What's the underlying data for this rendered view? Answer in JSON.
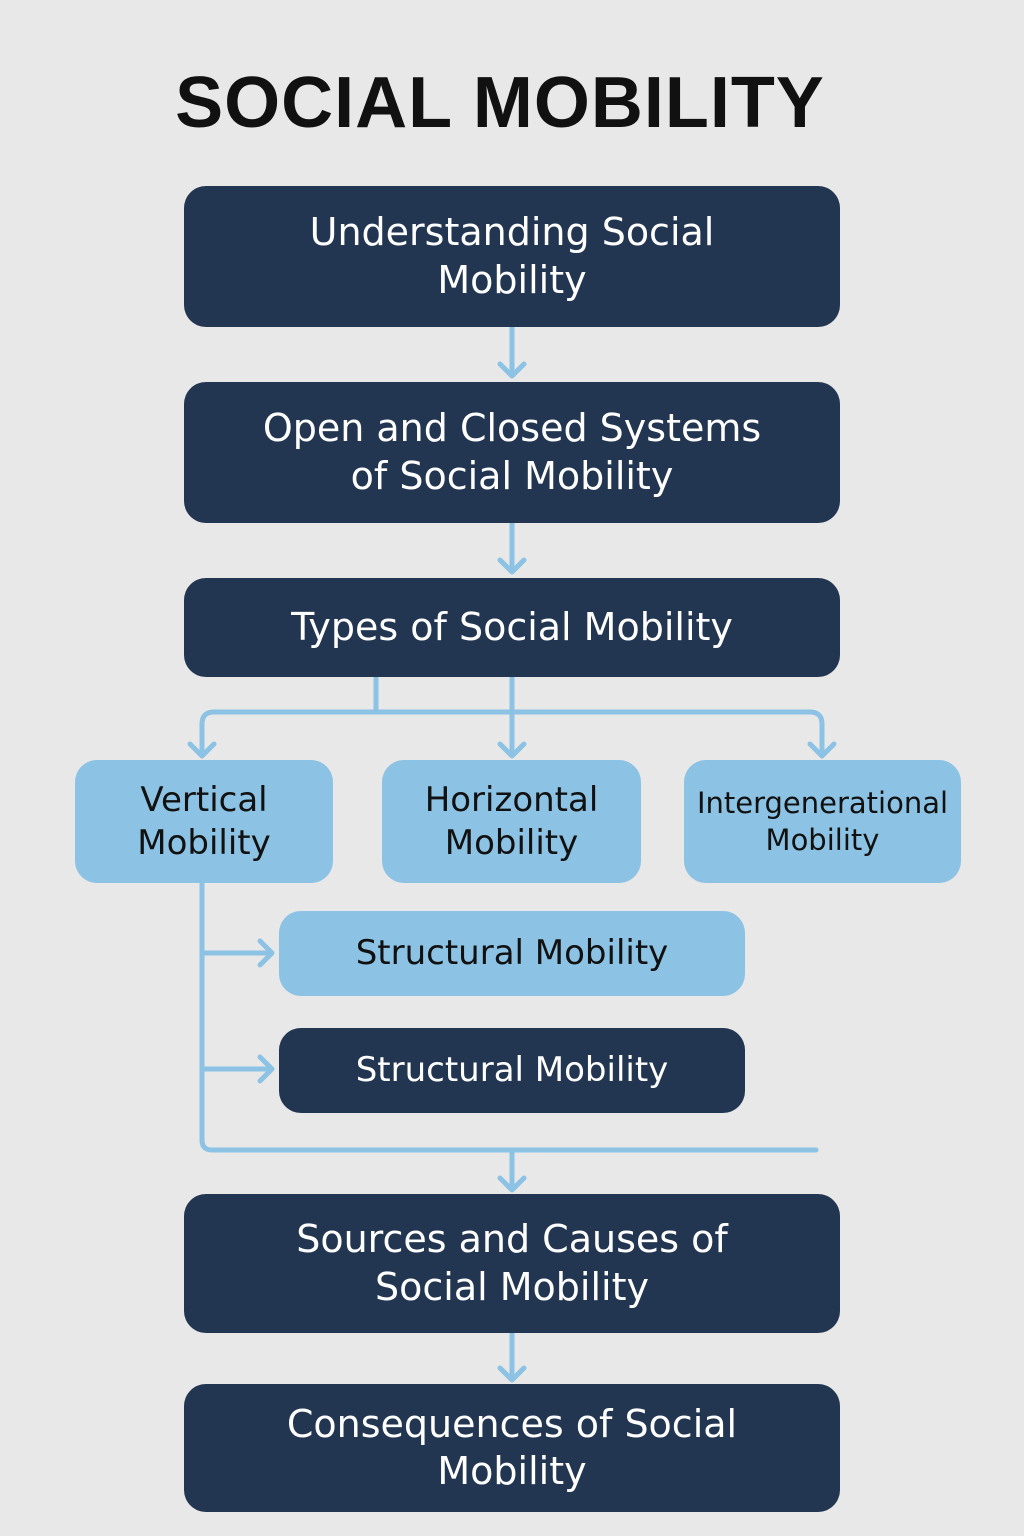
{
  "title": "SOCIAL MOBILITY",
  "colors": {
    "background": "#e8e8e9",
    "dark_box": "#223651",
    "light_box": "#8cc2e3",
    "connector": "#8cc2e3",
    "title_text": "#111111"
  },
  "nodes": {
    "understanding": "Understanding Social\nMobility",
    "systems": "Open and Closed Systems\nof Social Mobility",
    "types": "Types of Social Mobility",
    "vertical": "Vertical\nMobility",
    "horizontal": "Horizontal\nMobility",
    "intergenerational": "Intergenerational\nMobility",
    "structural_light": "Structural Mobility",
    "structural_dark": "Structural Mobility",
    "sources": "Sources and Causes of\nSocial Mobility",
    "consequences": "Consequences of Social\nMobility"
  },
  "edges": [
    [
      "understanding",
      "systems"
    ],
    [
      "systems",
      "types"
    ],
    [
      "types",
      "vertical"
    ],
    [
      "types",
      "horizontal"
    ],
    [
      "types",
      "intergenerational"
    ],
    [
      "vertical",
      "structural_light"
    ],
    [
      "vertical",
      "structural_dark"
    ],
    [
      "vertical",
      "sources"
    ],
    [
      "sources",
      "consequences"
    ]
  ]
}
